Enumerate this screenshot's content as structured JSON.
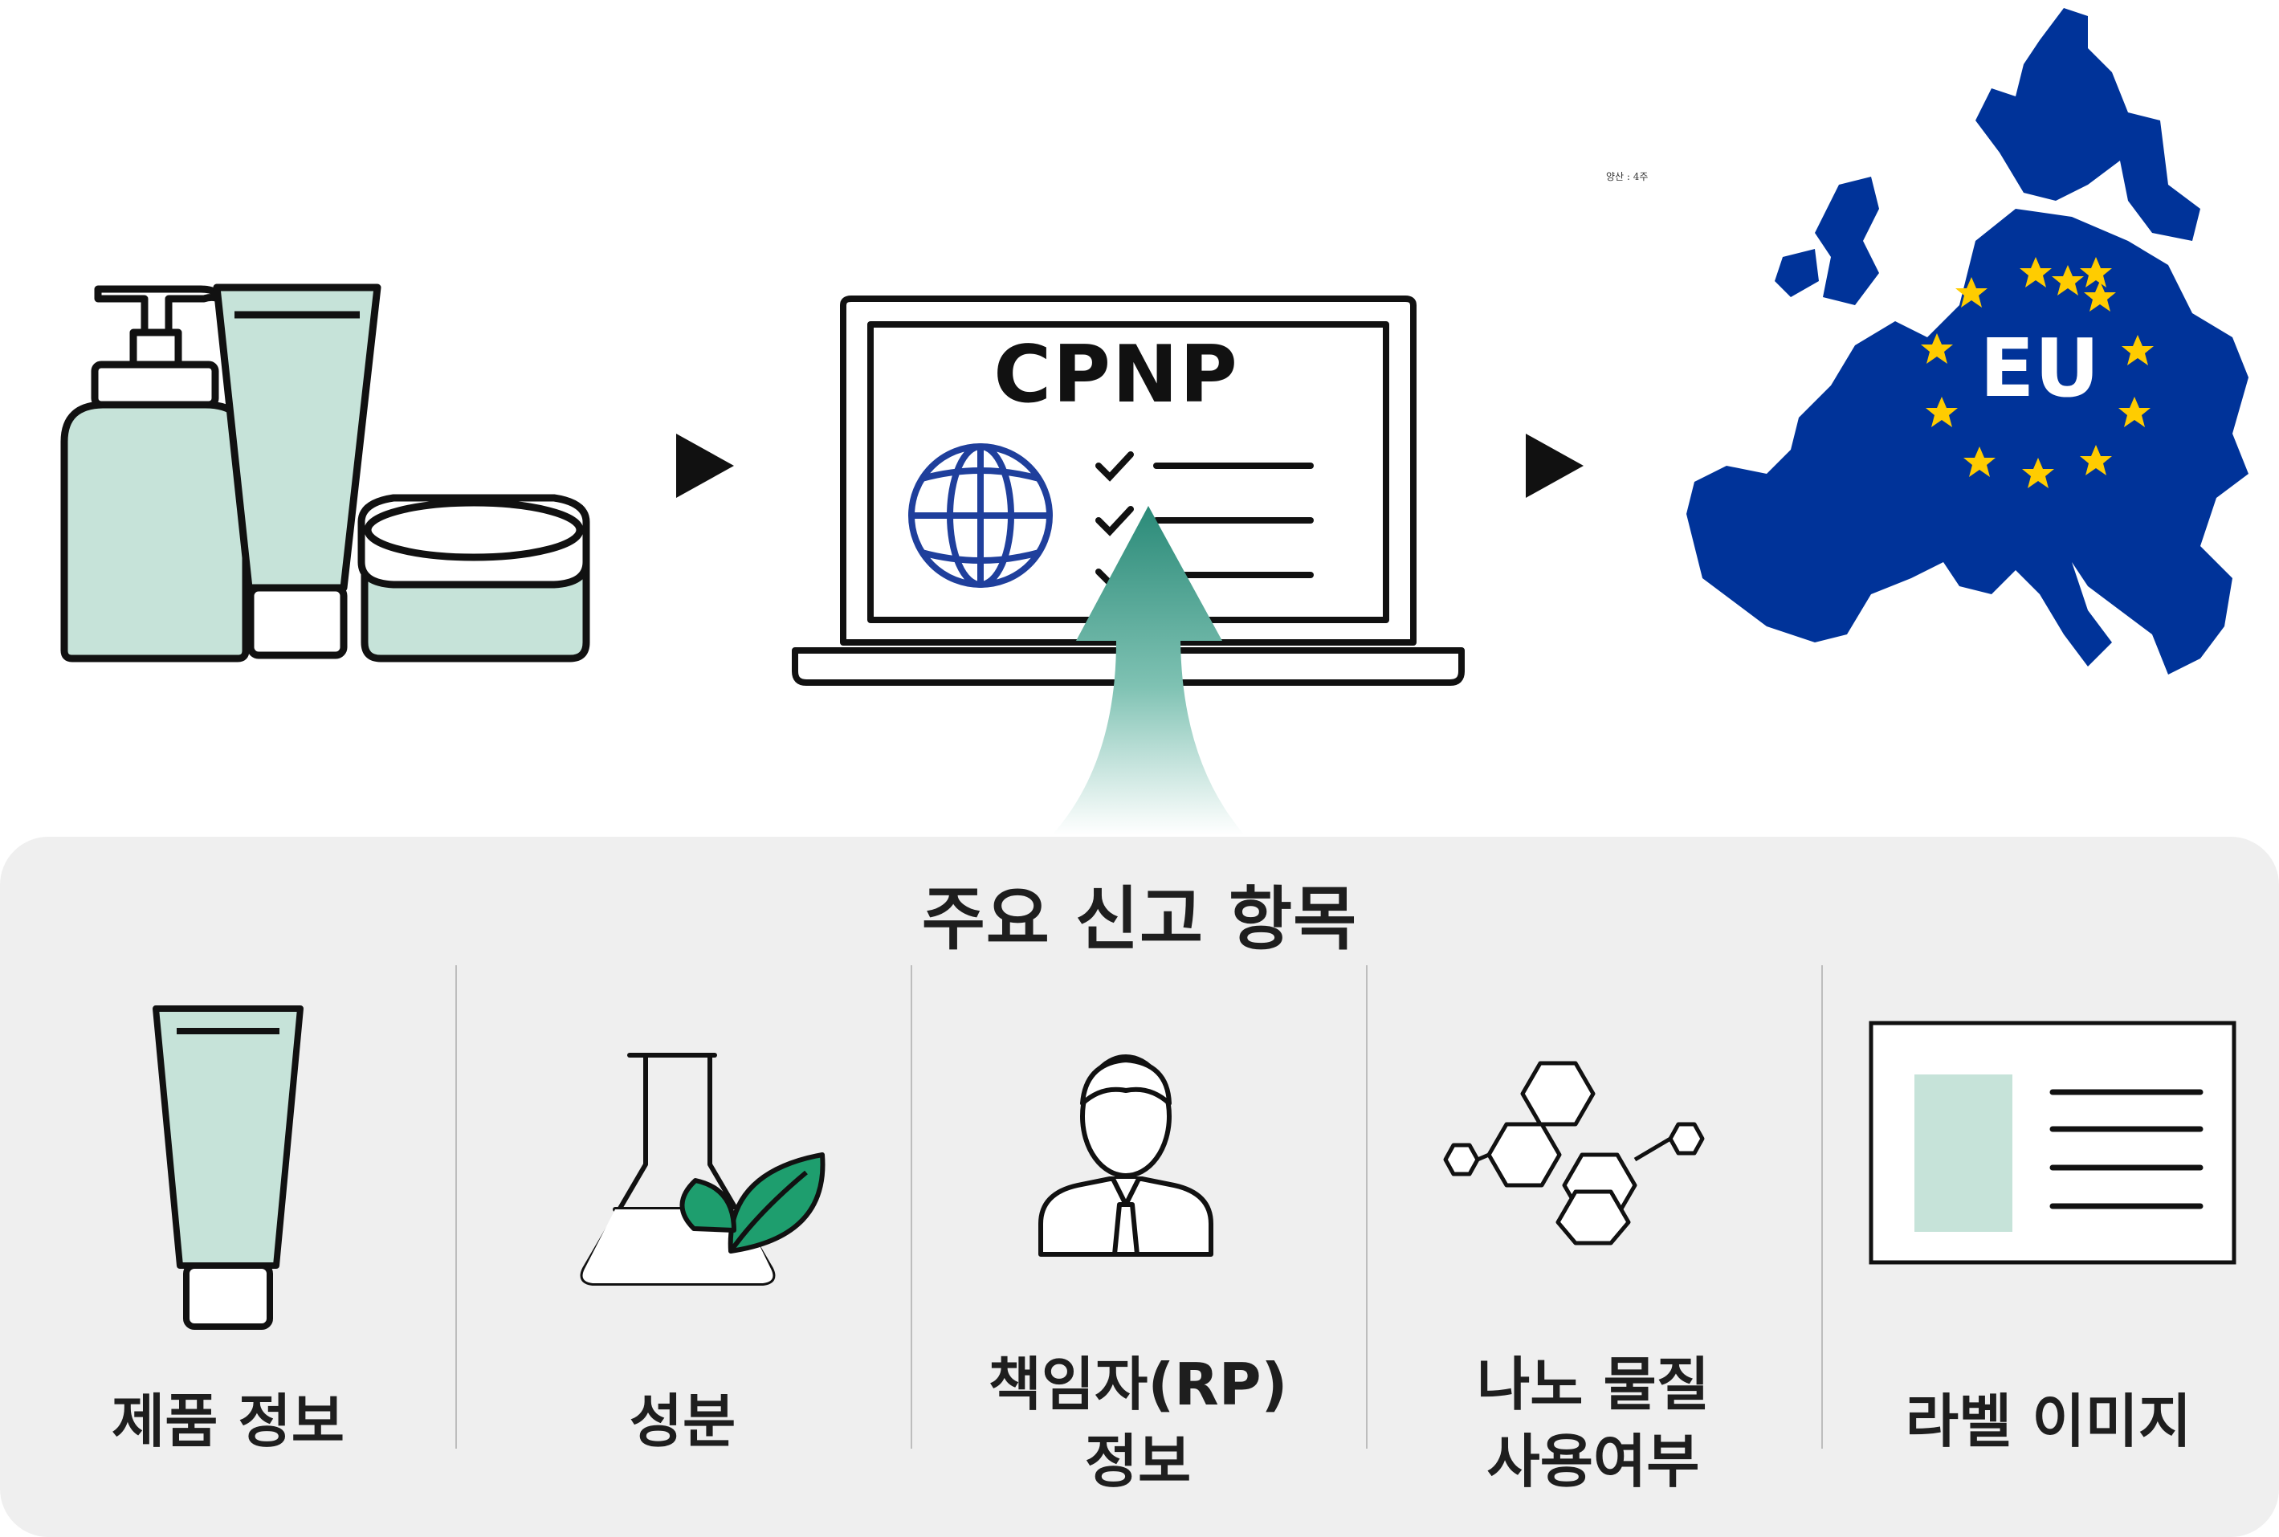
{
  "flow": {
    "cpnp_label": "CPNP",
    "eu_label": "EU",
    "tiny_note": "양산 : 4주"
  },
  "panel": {
    "title": "주요 신고 항목",
    "items": [
      {
        "label": "제품 정보",
        "icon": "tube-icon"
      },
      {
        "label": "성분",
        "icon": "flask-leaf-icon"
      },
      {
        "label": "책임자(RP)\n정보",
        "icon": "person-icon"
      },
      {
        "label": "나노 물질\n사용여부",
        "icon": "molecule-icon"
      },
      {
        "label": "라벨 이미지",
        "icon": "label-icon"
      }
    ]
  },
  "colors": {
    "product_mint": "#c6e3d9",
    "eu_blue": "#003399",
    "eu_star": "#ffcc00",
    "arrow_teal": "#2a8a78",
    "leaf_green": "#1e9e6e",
    "globe_blue": "#1f3f9c",
    "panel_bg": "#efefef"
  }
}
